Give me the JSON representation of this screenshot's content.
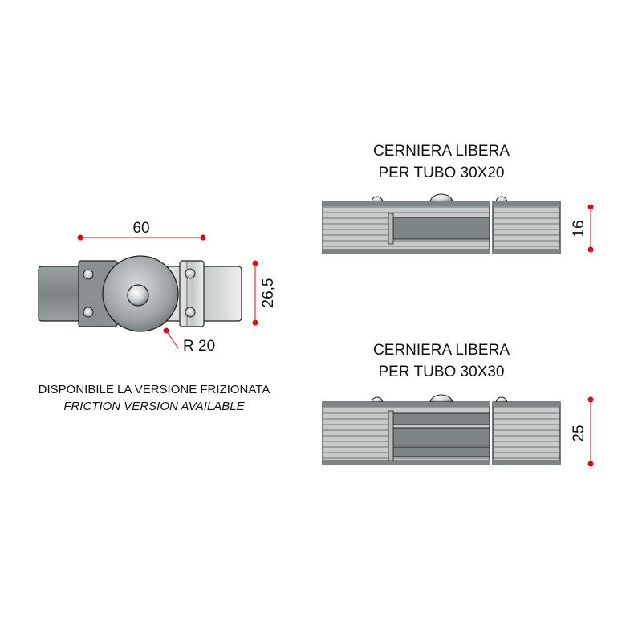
{
  "top_view": {
    "width_dim": "60",
    "height_dim": "26,5",
    "radius_dim": "R 20"
  },
  "note": {
    "line1": "DISPONIBILE LA VERSIONE FRIZIONATA",
    "line2": "FRICTION VERSION AVAILABLE"
  },
  "hinge_30x20": {
    "title1": "CERNIERA LIBERA",
    "title2": "PER TUBO 30X20",
    "dim": "16"
  },
  "hinge_30x30": {
    "title1": "CERNIERA LIBERA",
    "title2": "PER TUBO 30X30",
    "dim": "25"
  },
  "colors": {
    "dimension_marker": "#e30613",
    "metal_dark": "#7e8587",
    "metal_light": "#c9cdce"
  }
}
